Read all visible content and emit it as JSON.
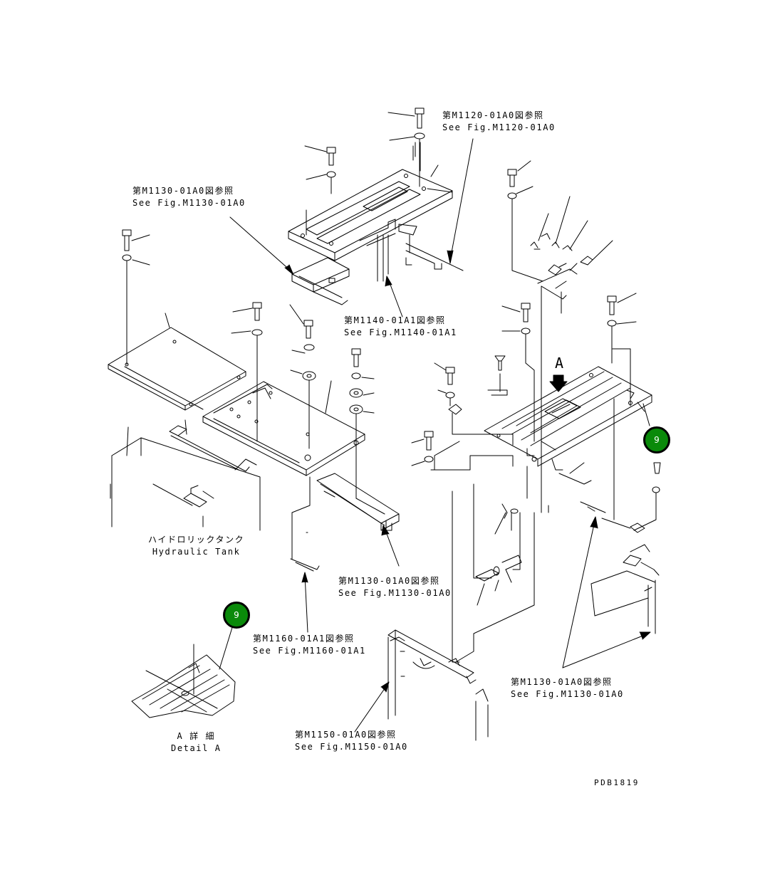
{
  "refs": [
    {
      "jp": "第M1120-01A0図参照",
      "en": "See Fig.M1120-01A0"
    },
    {
      "jp": "第M1130-01A0図参照",
      "en": "See Fig.M1130-01A0"
    },
    {
      "jp": "第M1140-01A1図参照",
      "en": "See Fig.M1140-01A1"
    },
    {
      "jp": "第M1130-01A0図参照",
      "en": "See Fig.M1130-01A0"
    },
    {
      "jp": "第M1160-01A1図参照",
      "en": "See Fig.M1160-01A1"
    },
    {
      "jp": "第M1150-01A0図参照",
      "en": "See Fig.M1150-01A0"
    },
    {
      "jp": "第M1130-01A0図参照",
      "en": "See Fig.M1130-01A0"
    }
  ],
  "hydraulic_tank": {
    "jp": "ハイドロリックタンク",
    "en": "Hydraulic Tank"
  },
  "detail_a": {
    "jp": "A 詳 細",
    "en": "Detail A"
  },
  "view_arrow_letter": "A",
  "markers": [
    {
      "label": "9",
      "color": "#0a8a0a"
    },
    {
      "label": "9",
      "color": "#0a8a0a"
    }
  ],
  "drawing_code": "PDB1819"
}
